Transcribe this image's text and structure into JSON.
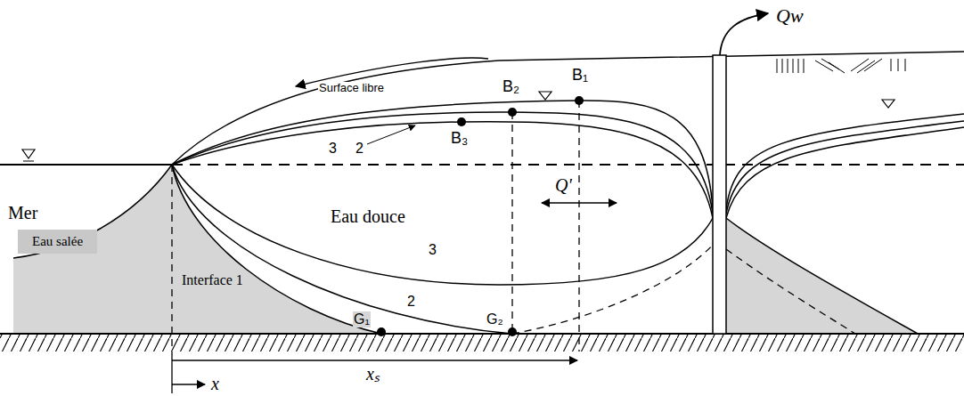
{
  "diagram": {
    "labels": [
      "Qw",
      "Surface libre",
      "B₂",
      "B₁",
      "B₃",
      "3",
      "2",
      "Q'",
      "Mer",
      "Eau douce",
      "Eau salée",
      "Interface 1",
      "G₁",
      "G₂",
      "3",
      "2",
      "x",
      "xₛ"
    ]
  }
}
